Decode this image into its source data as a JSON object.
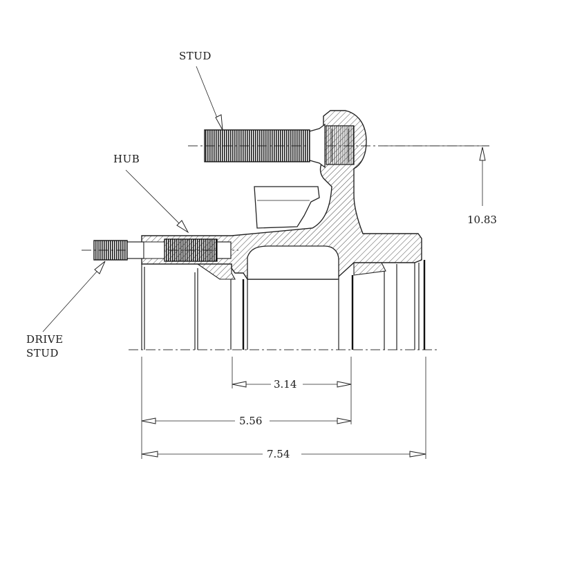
{
  "labels": {
    "stud": "STUD",
    "hub": "HUB",
    "drive_stud_line1": "DRIVE",
    "drive_stud_line2": "STUD"
  },
  "dimensions": {
    "stud_height": "10.83",
    "inner_width": "3.14",
    "mid_width": "5.56",
    "overall_width": "7.54"
  }
}
